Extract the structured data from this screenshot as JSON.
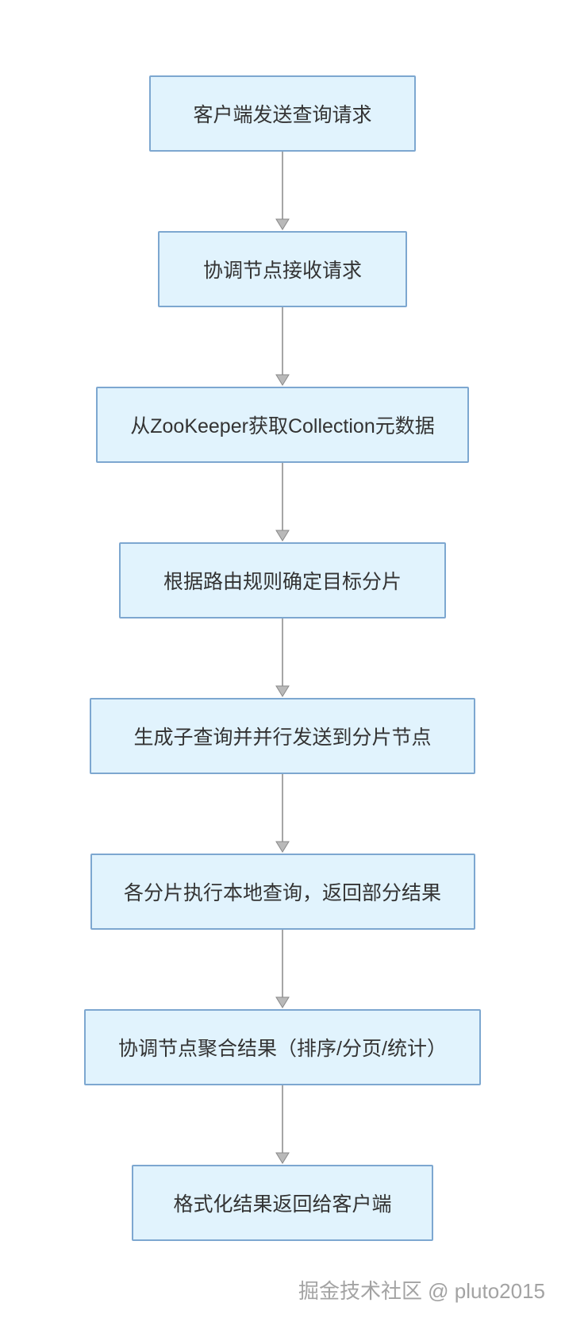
{
  "diagram": {
    "type": "flowchart",
    "direction": "top-down",
    "steps": [
      {
        "label": "客户端发送查询请求"
      },
      {
        "label": "协调节点接收请求"
      },
      {
        "label": "从ZooKeeper获取Collection元数据"
      },
      {
        "label": "根据路由规则确定目标分片"
      },
      {
        "label": "生成子查询并并行发送到分片节点"
      },
      {
        "label": "各分片执行本地查询，返回部分结果"
      },
      {
        "label": "协调节点聚合结果（排序/分页/统计）"
      },
      {
        "label": "格式化结果返回给客户端"
      }
    ],
    "connectors": "vertical-arrows-between-consecutive-steps",
    "colors": {
      "background": "#ffffff",
      "box_fill": "#e1f3fd",
      "box_border": "#7da7d0",
      "text": "#333333",
      "arrow": "#a6a6a6",
      "watermark": "#a3a3a3"
    }
  },
  "footer": {
    "watermark": "掘金技术社区 @ pluto2015"
  }
}
